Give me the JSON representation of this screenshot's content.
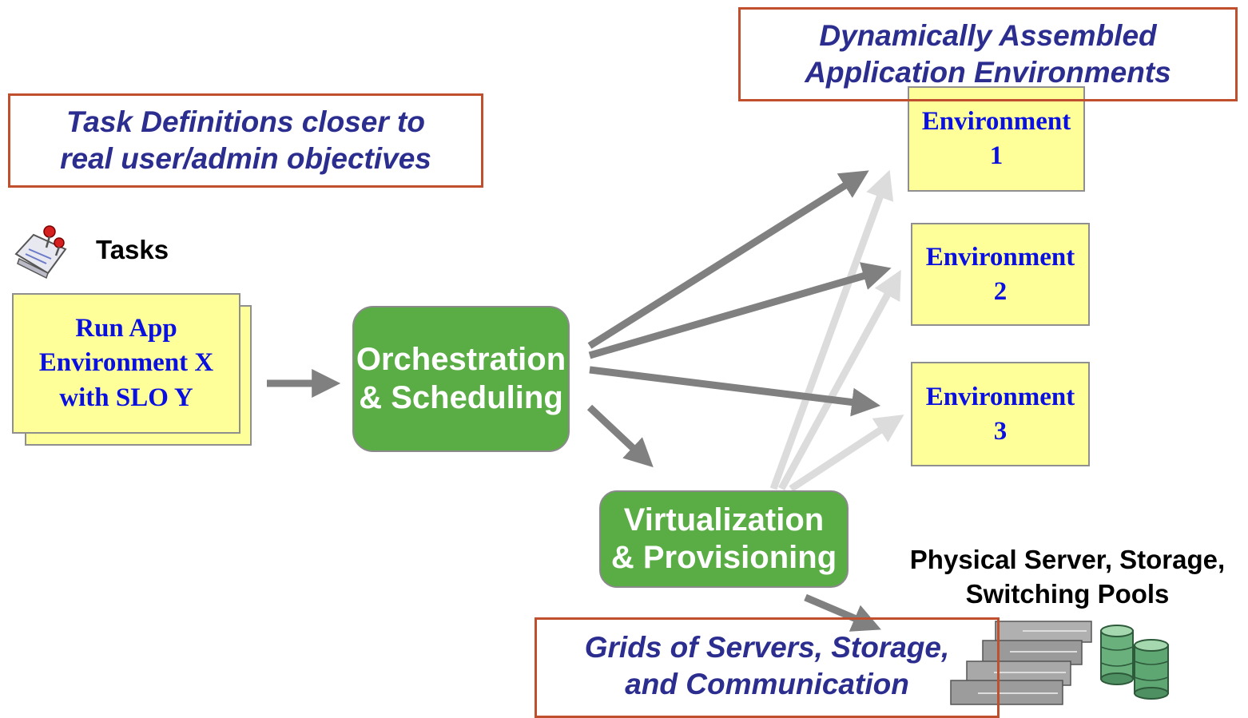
{
  "callouts": {
    "top_left": [
      "Task Definitions closer to",
      "real user/admin objectives"
    ],
    "top_right": [
      "Dynamically Assembled",
      "Application Environments"
    ],
    "bottom": [
      "Grids of Servers, Storage,",
      "and Communication"
    ]
  },
  "tasks": {
    "label": "Tasks",
    "card": [
      "Run App",
      "Environment X",
      "with SLO Y"
    ]
  },
  "orchestration": [
    "Orchestration",
    "& Scheduling"
  ],
  "virtualization": [
    "Virtualization",
    "& Provisioning"
  ],
  "environments": [
    {
      "title": "Environment",
      "number": "1"
    },
    {
      "title": "Environment",
      "number": "2"
    },
    {
      "title": "Environment",
      "number": "3"
    }
  ],
  "physical_pools": [
    "Physical Server, Storage,",
    "Switching Pools"
  ],
  "colors": {
    "callout_border": "#c0502d",
    "callout_text": "#2b2d8f",
    "node_green": "#5aad45",
    "card_yellow": "#ffff99",
    "card_text": "#0a10e0",
    "arrow_dark": "#808080",
    "arrow_light": "#dcdcdc"
  },
  "icons": [
    "pinned-notepad-icon",
    "server-rack-icon",
    "storage-cylinders-icon"
  ]
}
